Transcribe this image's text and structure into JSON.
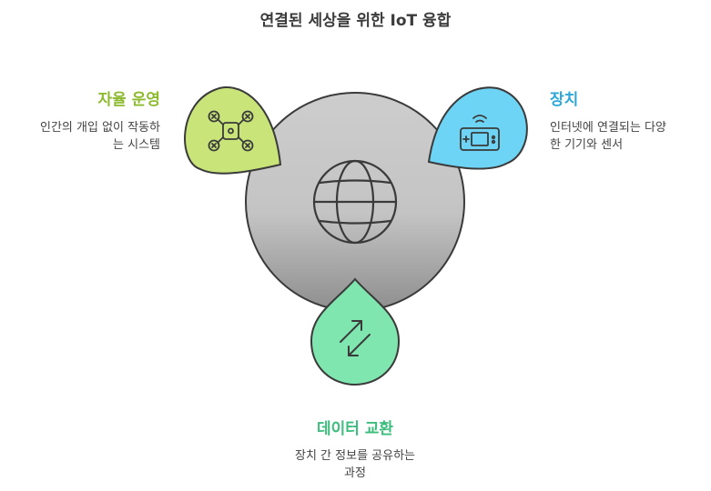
{
  "title": "연결된 세상을 위한 IoT 융합",
  "colors": {
    "autonomous": "#8dba2f",
    "device": "#2da8d8",
    "exchange": "#3dbd7d"
  },
  "sections": {
    "autonomous": {
      "heading": "자율 운영",
      "desc_line1": "인간의 개입 없이 작동하",
      "desc_line2": "는 시스템",
      "icon": "drone-icon"
    },
    "device": {
      "heading": "장치",
      "desc_line1": "인터넷에 연결되는 다양",
      "desc_line2": "한 기기와 센서",
      "icon": "wireless-handheld-device-icon"
    },
    "exchange": {
      "heading": "데이터 교환",
      "desc_line1": "장치 간 정보를 공유하는",
      "desc_line2": "과정",
      "icon": "exchange-arrows-icon"
    }
  },
  "center_icon": "globe-icon"
}
